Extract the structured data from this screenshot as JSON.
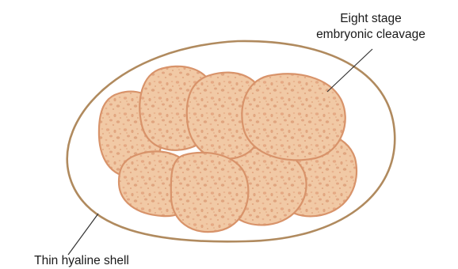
{
  "labels": {
    "cleavage_line1": "Eight stage",
    "cleavage_line2": "embryonic cleavage",
    "shell": "Thin hyaline shell"
  },
  "colors": {
    "shell_stroke": "#b08a5e",
    "cell_fill": "#f1c9a5",
    "cell_stroke": "#d8936a",
    "granule": "#e0a07c",
    "leader": "#333333"
  },
  "cell_count": 8
}
